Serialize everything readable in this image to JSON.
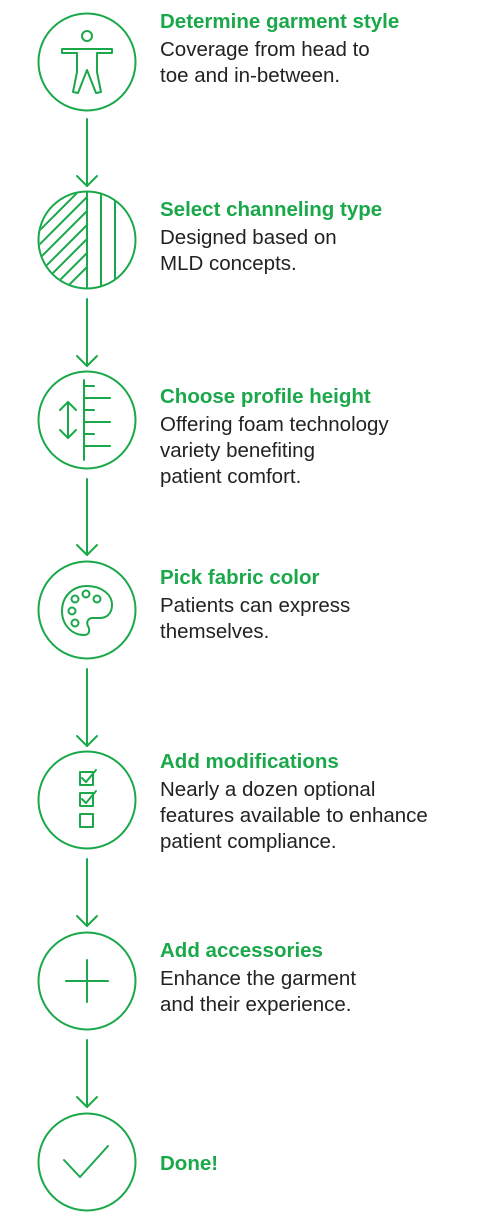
{
  "colors": {
    "accent": "#1aa84a",
    "text": "#222222",
    "background": "#ffffff"
  },
  "steps": [
    {
      "title": "Determine garment style",
      "desc": "Coverage from head to\ntoe and in-between.",
      "icon": "person-icon"
    },
    {
      "title": "Select channeling type",
      "desc": "Designed based on\nMLD concepts.",
      "icon": "channeling-icon"
    },
    {
      "title": "Choose profile height",
      "desc": "Offering foam technology\nvariety benefiting\npatient comfort.",
      "icon": "height-ruler-icon"
    },
    {
      "title": "Pick fabric color",
      "desc": "Patients can express\nthemselves.",
      "icon": "palette-icon"
    },
    {
      "title": "Add modifications",
      "desc": "Nearly a dozen optional\nfeatures available to enhance\npatient compliance.",
      "icon": "checklist-icon"
    },
    {
      "title": "Add accessories",
      "desc": "Enhance the garment\nand their experience.",
      "icon": "plus-icon"
    },
    {
      "title": "Done!",
      "desc": "",
      "icon": "checkmark-icon"
    }
  ]
}
